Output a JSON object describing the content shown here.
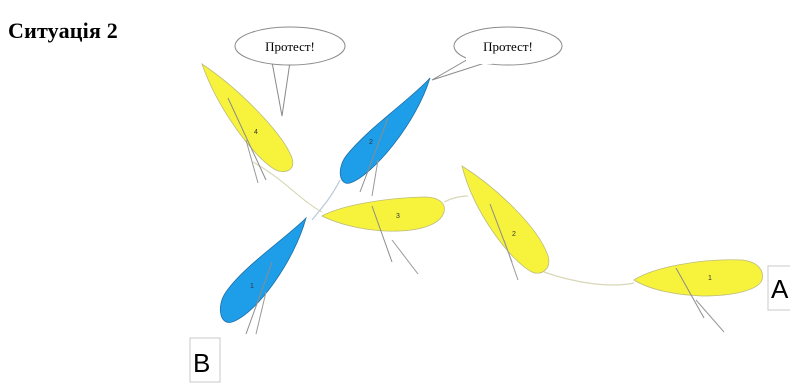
{
  "title": "Ситуація 2",
  "bubbles": [
    {
      "text": "Протест!"
    },
    {
      "text": "Протест!"
    }
  ],
  "boats": [
    {
      "number": "4",
      "color": "#f7f33c"
    },
    {
      "number": "2",
      "color": "#1e9ee8"
    },
    {
      "number": "3",
      "color": "#f7f33c"
    },
    {
      "number": "2",
      "color": "#f7f33c"
    },
    {
      "number": "1",
      "color": "#1e9ee8"
    },
    {
      "number": "1",
      "color": "#f7f33c"
    }
  ],
  "points": {
    "a": "A",
    "b": "B"
  }
}
